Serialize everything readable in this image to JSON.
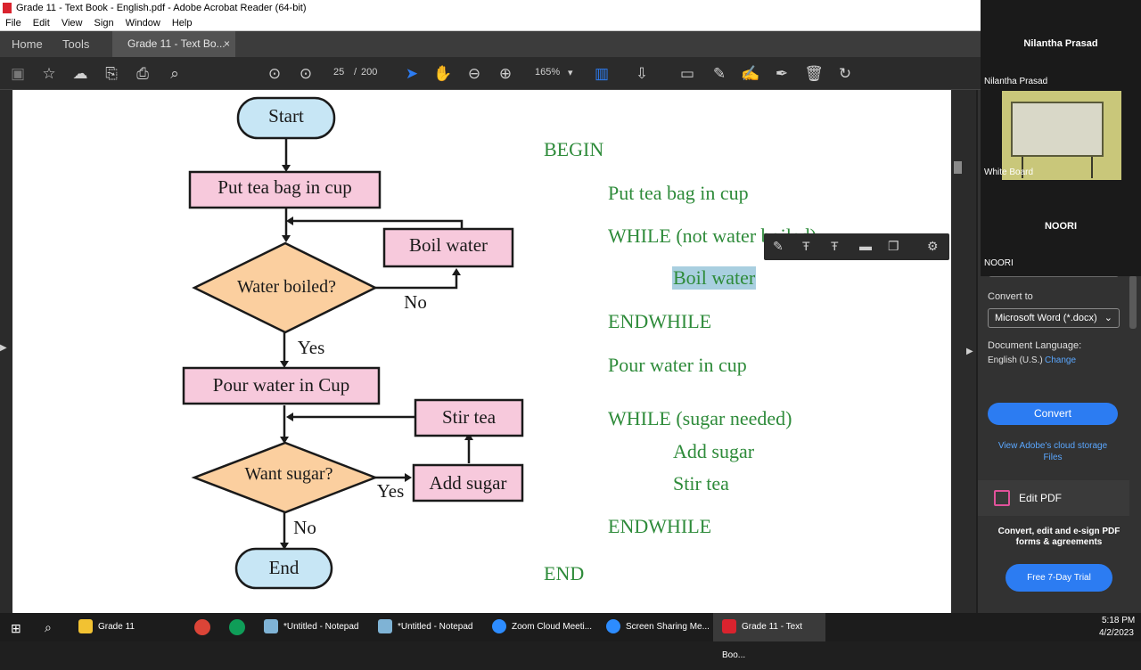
{
  "window": {
    "title": "Grade 11 - Text Book - English.pdf - Adobe Acrobat Reader (64-bit)",
    "menu": [
      "File",
      "Edit",
      "View",
      "Sign",
      "Window",
      "Help"
    ]
  },
  "tabs": {
    "home": "Home",
    "tools": "Tools",
    "document": "Grade 11 - Text Bo...",
    "close": "×"
  },
  "toolbar": {
    "page_current": "25",
    "page_sep": "/",
    "page_total": "200",
    "zoom": "165%"
  },
  "flowchart": {
    "start": "Start",
    "put_tea_bag": "Put tea bag in cup",
    "boil_water": "Boil water",
    "water_boiled": "Water boiled?",
    "no1": "No",
    "yes1": "Yes",
    "pour_water": "Pour water in Cup",
    "stir_tea": "Stir tea",
    "want_sugar": "Want sugar?",
    "yes2": "Yes",
    "add_sugar": "Add sugar",
    "no2": "No",
    "end": "End"
  },
  "pseudocode": {
    "begin": "BEGIN",
    "put_tea_bag": "Put tea bag in cup",
    "while1": "WHILE (not water boiled)",
    "boil_water": "Boil water",
    "endwhile1": "ENDWHILE",
    "pour_water": "Pour water in cup",
    "while2": "WHILE (sugar needed)",
    "add_sugar": "Add sugar",
    "stir_tea": "Stir tea",
    "endwhile2": "ENDWHILE",
    "end": "END"
  },
  "right_panel": {
    "convert_to_label": "Convert to",
    "convert_to_value": "Microsoft Word (*.docx)",
    "doc_language_label": "Document Language:",
    "doc_language_value": "English (U.S.)",
    "change_link": "Change",
    "convert_button": "Convert",
    "cloud_link": "View Adobe's cloud storage Files",
    "edit_pdf": "Edit PDF",
    "promo_text": "Convert, edit and e-sign PDF forms & agreements",
    "trial_button": "Free 7-Day Trial"
  },
  "zoom": {
    "host_name": "Nilantha Prasad",
    "video_label_name": "Nilantha Prasad",
    "video_caption": "White Board",
    "participant2": "NOORI",
    "participant2_label": "NOORI"
  },
  "taskbar": {
    "items": [
      "Grade 11",
      "*Untitled - Notepad",
      "*Untitled - Notepad",
      "Zoom Cloud Meeti...",
      "Screen Sharing Me...",
      "Grade 11 - Text Boo..."
    ],
    "time": "5:18 PM",
    "date": "4/2/2023"
  },
  "colors": {
    "start_end_fill": "#c7e6f5",
    "process_fill": "#f7c9dc",
    "decision_fill": "#fbcf9f",
    "pseudocode_green": "#2e8b3a",
    "acrobat_blue": "#2c7cf2"
  }
}
